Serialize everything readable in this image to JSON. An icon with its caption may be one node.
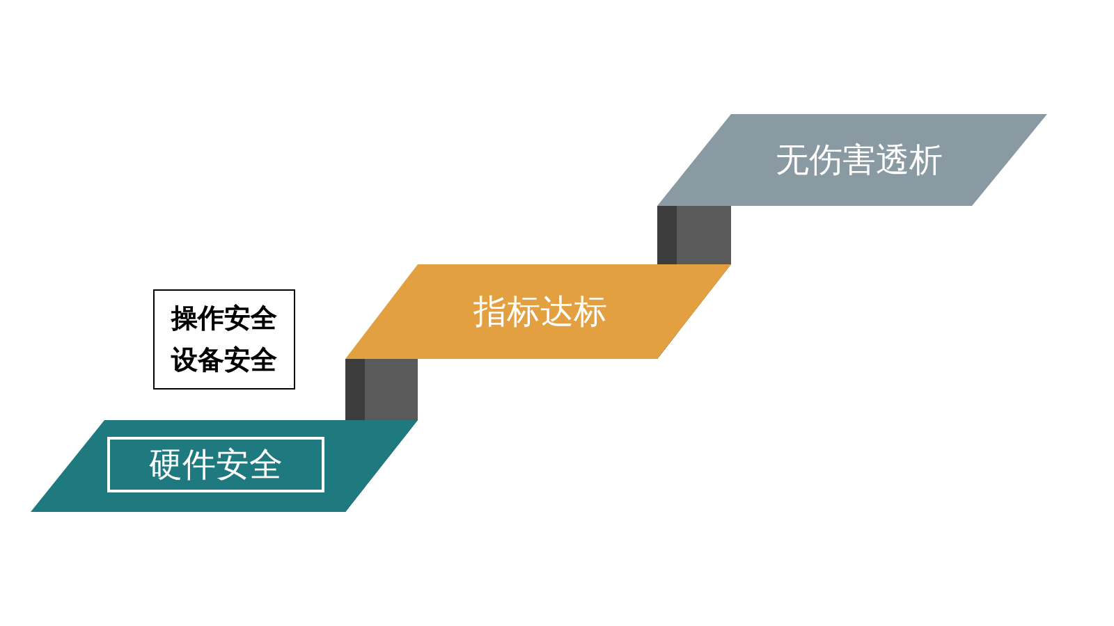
{
  "diagram": {
    "nodes": [
      {
        "text": [
          "硬件安全"
        ]
      },
      {
        "text": [
          "操作安全",
          "设备安全"
        ]
      },
      {
        "text": [
          "指标达标"
        ]
      },
      {
        "text": [
          "无伤害透析"
        ]
      }
    ]
  }
}
